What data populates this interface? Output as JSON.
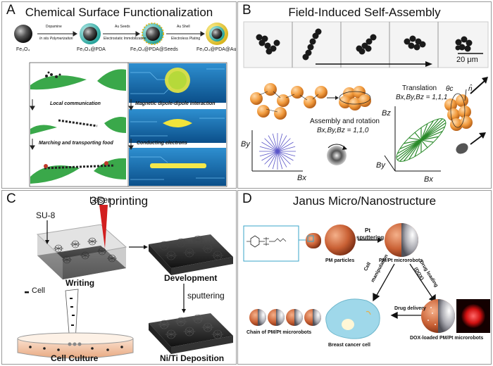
{
  "panelA": {
    "label": "A",
    "title": "Chemical Surface Functionalization",
    "particles": [
      "Fe₃O₄",
      "Fe₃O₄@PDA",
      "Fe₃O₄@PDA@Seeds",
      "Fe₃O₄@PDA@Au"
    ],
    "step1": [
      "Dopamine",
      "In situ Polymerization"
    ],
    "step2": [
      "Au Seeds",
      "Electrostatic Immobilization"
    ],
    "step3": [
      "Au Shell",
      "Electroless Plating"
    ],
    "left_captions": [
      "Local communication",
      "Marching and transporting food"
    ],
    "right_captions": [
      "Magnetic dipole-dipole interaction",
      "Conducting electrons"
    ]
  },
  "panelB": {
    "label": "B",
    "title": "Field-Induced Self-Assembly",
    "scale": "20 μm",
    "assembly": "Assembly and rotation",
    "assembly_field": "Bx,By,Bz = 1,1,0",
    "translation": "Translation",
    "translation_field": "Bx,By,Bz = 1,1,1",
    "axis_bx": "Bx",
    "axis_by": "By",
    "axis_bz": "Bz",
    "theta": "θc",
    "nhat": "n̂"
  },
  "panelC": {
    "label": "C",
    "title": "3D printing",
    "su8": "SU-8",
    "laser": "Laser",
    "writing": "Writing",
    "development": "Development",
    "sputtering": "sputtering",
    "cell": "Cell",
    "culture": "Cell Culture",
    "deposition": "Ni/Ti Deposition"
  },
  "panelD": {
    "label": "D",
    "title": "Janus Micro/Nanostructure",
    "pt_sputtering": [
      "Pt",
      "sputtering"
    ],
    "pm_particles": "PM particles",
    "microrobots": "PM/Pt microrobots",
    "cell_manip": [
      "Cell",
      "manipulation"
    ],
    "drug_loading": [
      "Drug loading",
      "(DOX)"
    ],
    "drug_delivery": "Drug delivery",
    "chain": "Chain of PM/Pt microrobots",
    "cancer": "Breast cancer cell",
    "dox": "DOX-loaded PM/Pt microrobots"
  },
  "colors": {
    "border": "#9a9a9a",
    "orange": "#e8892f",
    "blue_panel": "#1e78b4",
    "green_leaf": "#3aa84a",
    "purple_lines": "#5a55c8",
    "tumor": "#9fd8ea",
    "red_glow": "#e01010"
  }
}
